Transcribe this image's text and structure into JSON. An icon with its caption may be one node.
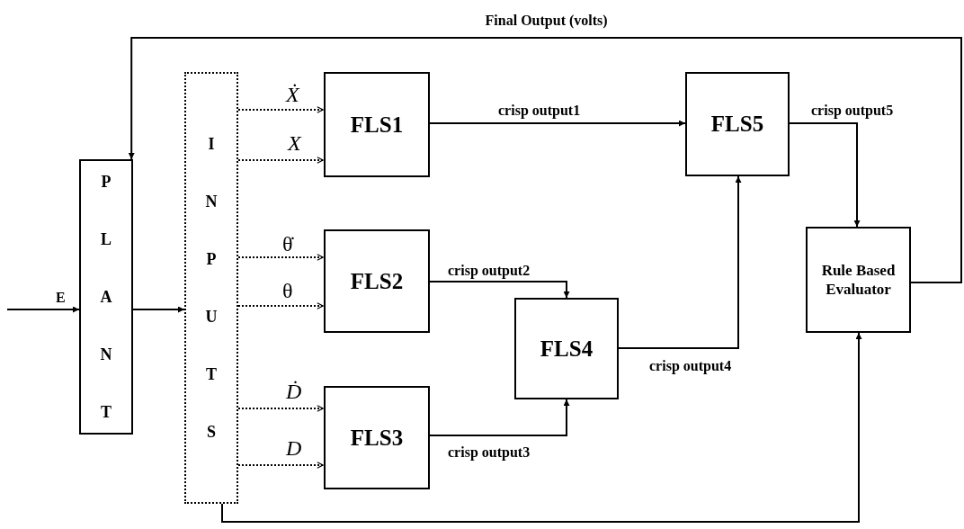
{
  "diagram": {
    "nodes": [
      {
        "text": [
          "PLANT"
        ]
      },
      {
        "text": [
          "INPUTS"
        ]
      },
      {
        "text": [
          "FLS1"
        ]
      },
      {
        "text": [
          "FLS2"
        ]
      },
      {
        "text": [
          "FLS3"
        ]
      },
      {
        "text": [
          "FLS4"
        ]
      },
      {
        "text": [
          "FLS5"
        ]
      },
      {
        "text": [
          "Rule Based Evaluator"
        ]
      }
    ],
    "edges": [
      {
        "from": null,
        "to": 0,
        "arrow": "to",
        "label": "E"
      },
      {
        "from": 0,
        "to": 1,
        "arrow": "to"
      },
      {
        "from": 1,
        "to": 2,
        "arrow": "to",
        "label": "Ẋ",
        "style": "dashed"
      },
      {
        "from": 1,
        "to": 2,
        "arrow": "to",
        "label": "X",
        "style": "dashed"
      },
      {
        "from": 1,
        "to": 3,
        "arrow": "to",
        "label": "θ̇",
        "style": "dashed"
      },
      {
        "from": 1,
        "to": 3,
        "arrow": "to",
        "label": "θ",
        "style": "dashed"
      },
      {
        "from": 1,
        "to": 4,
        "arrow": "to",
        "label": "Ḋ",
        "style": "dashed"
      },
      {
        "from": 1,
        "to": 4,
        "arrow": "to",
        "label": "D",
        "style": "dashed"
      },
      {
        "from": 2,
        "to": 6,
        "arrow": "to",
        "label": "crisp output1"
      },
      {
        "from": 3,
        "to": 5,
        "arrow": "to",
        "label": "crisp output2"
      },
      {
        "from": 4,
        "to": 5,
        "arrow": "to",
        "label": "crisp output3"
      },
      {
        "from": 5,
        "to": 6,
        "arrow": "to",
        "label": "crisp output4"
      },
      {
        "from": 6,
        "to": 7,
        "arrow": "to",
        "label": "crisp output5"
      },
      {
        "from": 1,
        "to": 7,
        "arrow": "to"
      },
      {
        "from": 7,
        "to": 0,
        "arrow": "to",
        "label": "Final Output  (volts)"
      }
    ]
  }
}
